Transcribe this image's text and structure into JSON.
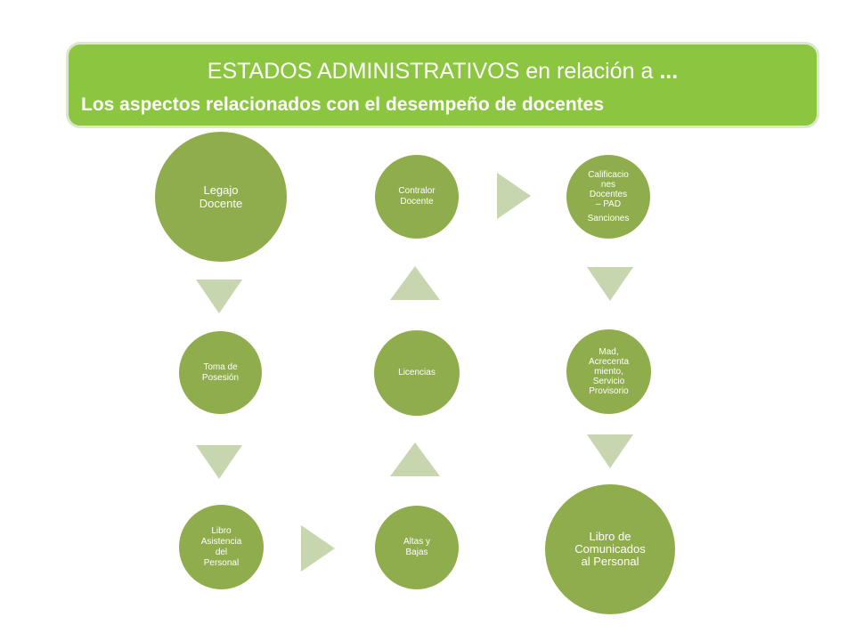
{
  "header": {
    "title": "ESTADOS ADMINISTRATIVOS en relación a",
    "title_suffix": "...",
    "subtitle": "Los aspectos relacionados con el desempeño de docentes"
  },
  "nodes": {
    "legajo": "Legajo\nDocente",
    "toma": "Toma de\nPosesión",
    "libro_asistencia": "Libro\nAsistencia\ndel\nPersonal",
    "altas": "Altas y\nBajas",
    "licencias": "Licencias",
    "contralor": "Contralor\nDocente",
    "calificaciones": "Calificacio\nnes\nDocentes\n– PAD",
    "sanciones": "Sanciones",
    "mad": "Mad,\nAcrecenta\nmiento,\nServicio\nProvisorio",
    "libro_comunicados": "Libro de\nComunicados\nal Personal"
  },
  "colors": {
    "banner": "#8cc53f",
    "node": "#8fad4c",
    "arrow": "#c7d6af"
  }
}
